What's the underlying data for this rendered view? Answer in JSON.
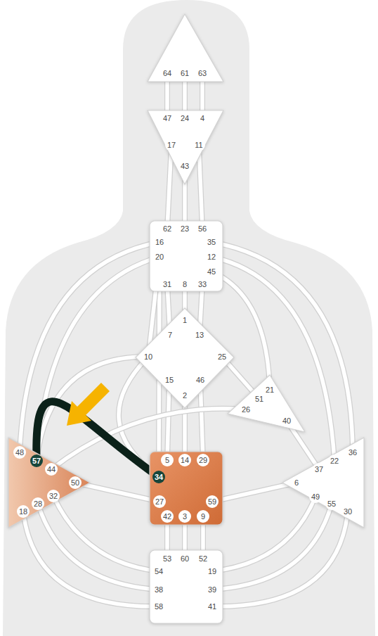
{
  "diagram": {
    "nodes": [
      {
        "text": [
          "64",
          "61",
          "63"
        ]
      },
      {
        "text": [
          "47",
          "24",
          "4",
          "17",
          "11",
          "43"
        ]
      },
      {
        "text": [
          "62",
          "23",
          "56",
          "16",
          "35",
          "20",
          "12",
          "45",
          "31",
          "8",
          "33"
        ]
      },
      {
        "text": [
          "1",
          "7",
          "13",
          "10",
          "25",
          "15",
          "46",
          "2"
        ]
      },
      {
        "text": [
          "21",
          "51",
          "26",
          "40"
        ]
      },
      {
        "text": [
          "48",
          "57",
          "44",
          "50",
          "18",
          "28",
          "32"
        ]
      },
      {
        "text": [
          "5",
          "14",
          "29",
          "34",
          "27",
          "59",
          "42",
          "3",
          "9"
        ]
      },
      {
        "text": [
          "36",
          "22",
          "37",
          "6",
          "49",
          "55",
          "30"
        ]
      },
      {
        "text": [
          "53",
          "60",
          "52",
          "54",
          "19",
          "38",
          "39",
          "58",
          "41"
        ]
      }
    ],
    "edges": [
      {
        "from": 5,
        "to": 6,
        "arrow": "none"
      },
      {
        "from": 0,
        "to": 1,
        "arrow": "none"
      },
      {
        "from": 0,
        "to": 1,
        "arrow": "none"
      },
      {
        "from": 0,
        "to": 1,
        "arrow": "none"
      },
      {
        "from": 1,
        "to": 2,
        "arrow": "none"
      },
      {
        "from": 1,
        "to": 2,
        "arrow": "none"
      },
      {
        "from": 1,
        "to": 2,
        "arrow": "none"
      },
      {
        "from": 2,
        "to": 3,
        "arrow": "none"
      },
      {
        "from": 2,
        "to": 3,
        "arrow": "none"
      },
      {
        "from": 2,
        "to": 3,
        "arrow": "none"
      },
      {
        "from": 2,
        "to": 5,
        "arrow": "none"
      },
      {
        "from": 2,
        "to": 5,
        "arrow": "none"
      },
      {
        "from": 2,
        "to": 6,
        "arrow": "none"
      },
      {
        "from": 2,
        "to": 3,
        "arrow": "none"
      },
      {
        "from": 2,
        "to": 4,
        "arrow": "none"
      },
      {
        "from": 2,
        "to": 7,
        "arrow": "none"
      },
      {
        "from": 2,
        "to": 7,
        "arrow": "none"
      },
      {
        "from": 3,
        "to": 6,
        "arrow": "none"
      },
      {
        "from": 3,
        "to": 6,
        "arrow": "none"
      },
      {
        "from": 3,
        "to": 6,
        "arrow": "none"
      },
      {
        "from": 3,
        "to": 4,
        "arrow": "none"
      },
      {
        "from": 3,
        "to": 5,
        "arrow": "none"
      },
      {
        "from": 3,
        "to": 6,
        "arrow": "none"
      },
      {
        "from": 4,
        "to": 5,
        "arrow": "none"
      },
      {
        "from": 4,
        "to": 7,
        "arrow": "none"
      },
      {
        "from": 5,
        "to": 6,
        "arrow": "none"
      },
      {
        "from": 6,
        "to": 7,
        "arrow": "none"
      },
      {
        "from": 8,
        "to": 6,
        "arrow": "none"
      },
      {
        "from": 8,
        "to": 6,
        "arrow": "none"
      },
      {
        "from": 8,
        "to": 6,
        "arrow": "none"
      },
      {
        "from": 8,
        "to": 5,
        "arrow": "none"
      },
      {
        "from": 8,
        "to": 5,
        "arrow": "none"
      },
      {
        "from": 8,
        "to": 5,
        "arrow": "none"
      },
      {
        "from": 8,
        "to": 7,
        "arrow": "none"
      },
      {
        "from": 8,
        "to": 7,
        "arrow": "none"
      },
      {
        "from": 8,
        "to": 7,
        "arrow": "none"
      }
    ]
  }
}
